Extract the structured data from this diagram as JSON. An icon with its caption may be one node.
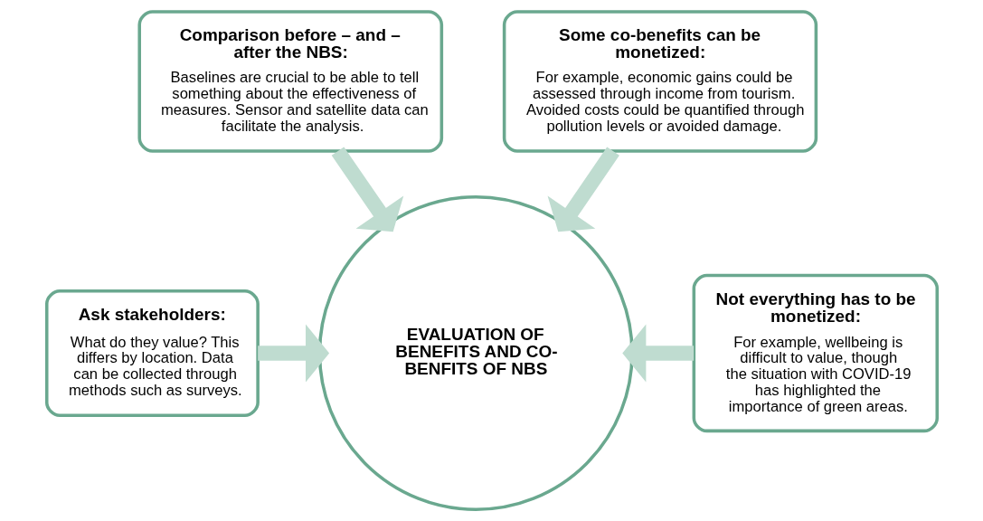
{
  "diagram": {
    "nodes": [
      {
        "text": [
          "Comparison before – and – after the NBS:",
          "Baselines are crucial to be able to tell something about the effectiveness of measures. Sensor and satellite data can facilitate the analysis."
        ]
      },
      {
        "text": [
          "Some co-benefits can be monetized:",
          "For example, economic gains could be assessed through income from tourism. Avoided costs could be quantified through pollution levels or avoided damage."
        ]
      },
      {
        "text": [
          "Ask stakeholders:",
          "What do they value? This differs by location. Data can be collected through methods such as surveys."
        ]
      },
      {
        "text": [
          "EVALUATION OF BENEFITS AND CO-BENFITS OF NBS"
        ]
      },
      {
        "text": [
          "Not everything has to be monetized:",
          "For example, wellbeing is difficult to value, though the situation with COVID-19 has highlighted the importance of green areas."
        ]
      }
    ],
    "edges": [
      {
        "from": 0,
        "to": 3,
        "arrow": "to"
      },
      {
        "from": 1,
        "to": 3,
        "arrow": "to"
      },
      {
        "from": 2,
        "to": 3,
        "arrow": "to"
      },
      {
        "from": 4,
        "to": 3,
        "arrow": "to"
      }
    ]
  }
}
